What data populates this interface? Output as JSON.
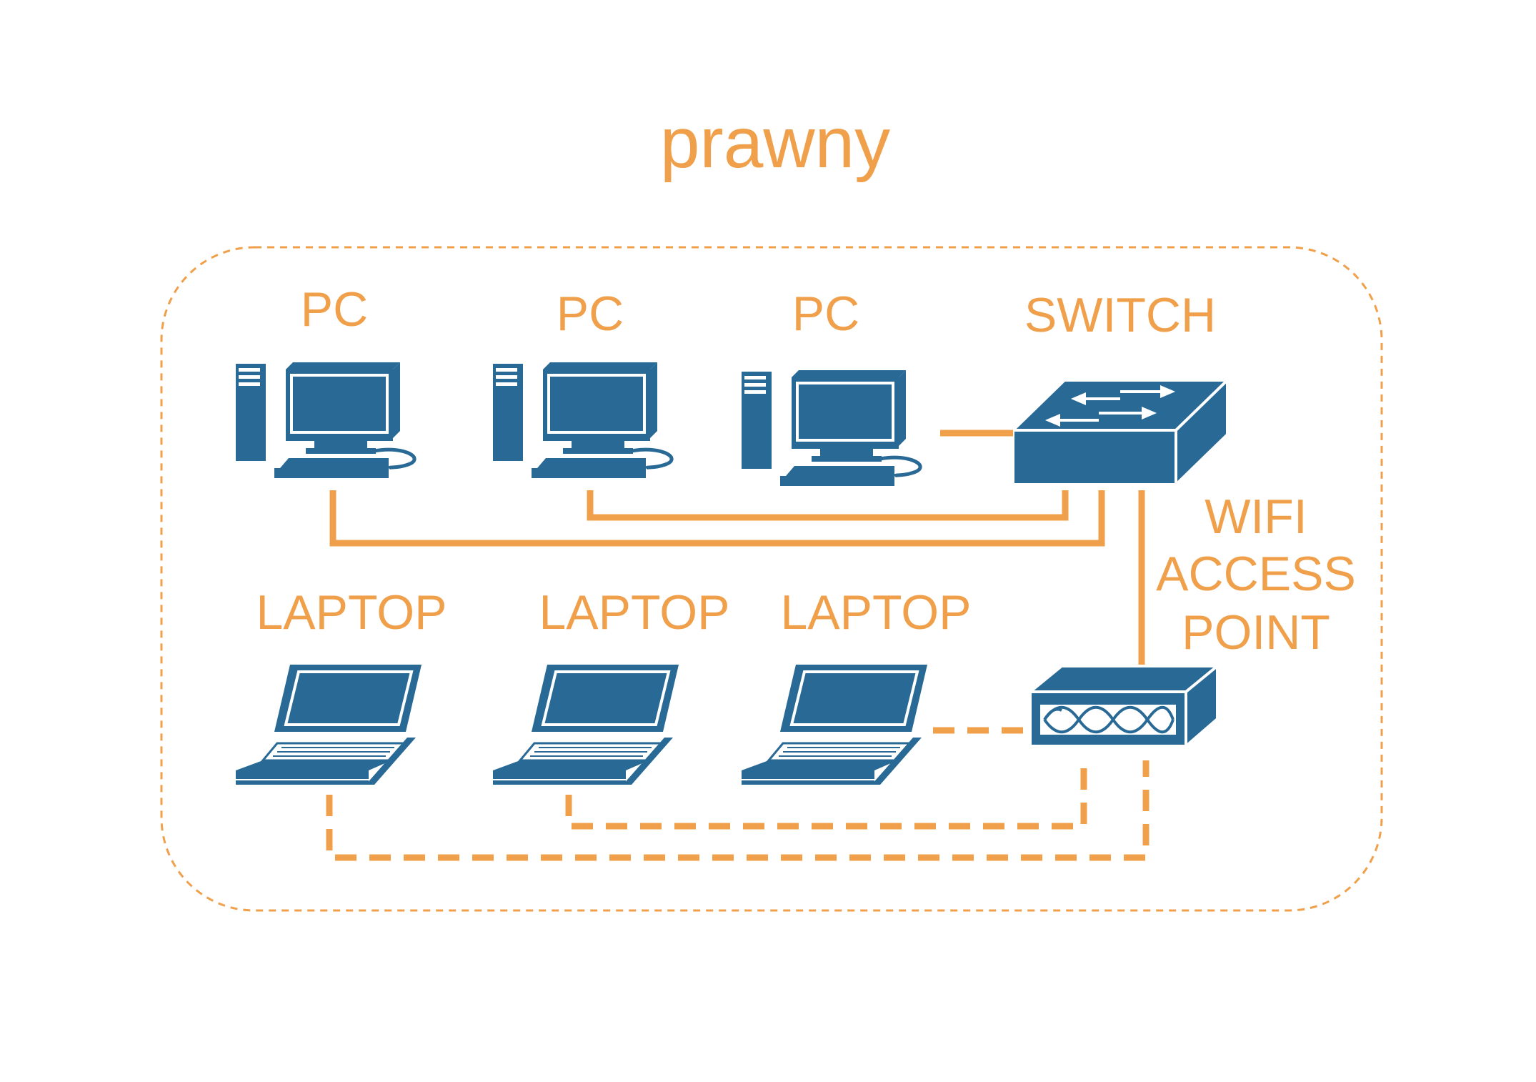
{
  "title": "prawny",
  "colors": {
    "accent": "#f0a04b",
    "device": "#286996",
    "background": "#ffffff"
  },
  "devices": {
    "pc1": {
      "label": "PC",
      "icon": "desktop-pc-icon"
    },
    "pc2": {
      "label": "PC",
      "icon": "desktop-pc-icon"
    },
    "pc3": {
      "label": "PC",
      "icon": "desktop-pc-icon"
    },
    "switch": {
      "label": "SWITCH",
      "icon": "network-switch-icon"
    },
    "wifi_ap": {
      "label_lines": [
        "WIFI",
        "ACCESS",
        "POINT"
      ],
      "icon": "wifi-access-point-icon"
    },
    "laptop1": {
      "label": "LAPTOP",
      "icon": "laptop-icon"
    },
    "laptop2": {
      "label": "LAPTOP",
      "icon": "laptop-icon"
    },
    "laptop3": {
      "label": "LAPTOP",
      "icon": "laptop-icon"
    }
  },
  "connections": [
    {
      "from": "pc1",
      "to": "switch",
      "type": "wired"
    },
    {
      "from": "pc2",
      "to": "switch",
      "type": "wired"
    },
    {
      "from": "pc3",
      "to": "switch",
      "type": "wired"
    },
    {
      "from": "switch",
      "to": "wifi_ap",
      "type": "wired"
    },
    {
      "from": "laptop1",
      "to": "wifi_ap",
      "type": "wireless"
    },
    {
      "from": "laptop2",
      "to": "wifi_ap",
      "type": "wireless"
    },
    {
      "from": "laptop3",
      "to": "wifi_ap",
      "type": "wireless"
    }
  ]
}
